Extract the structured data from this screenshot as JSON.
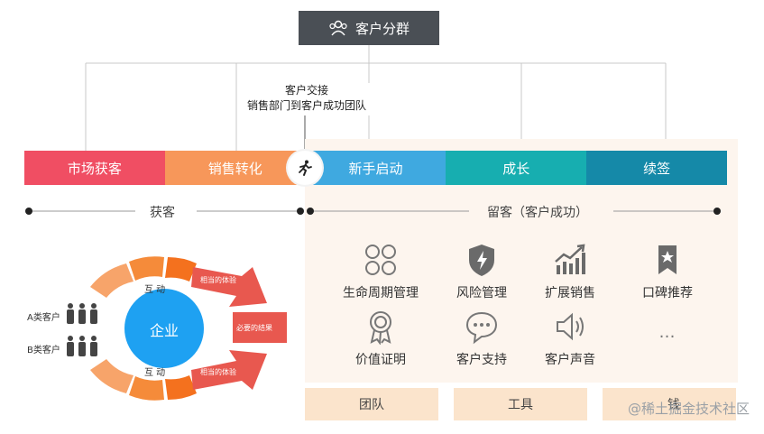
{
  "header": {
    "title": "客户分群"
  },
  "handoff": {
    "line1": "客户交接",
    "line2": "销售部门到客户成功团队"
  },
  "stages": [
    {
      "label": "市场获客",
      "color": "#f04e63"
    },
    {
      "label": "销售转化",
      "color": "#f7975a"
    },
    {
      "label": "新手启动",
      "color": "#3fa9e0"
    },
    {
      "label": "成长",
      "color": "#17aeb0"
    },
    {
      "label": "续签",
      "color": "#1589a8"
    }
  ],
  "segments": {
    "acquire": "获客",
    "retain": "留客（客户成功）"
  },
  "features": [
    {
      "label": "生命周期管理",
      "icon": "clover-icon"
    },
    {
      "label": "风险管理",
      "icon": "shield-icon"
    },
    {
      "label": "扩展销售",
      "icon": "growth-chart-icon"
    },
    {
      "label": "口碑推荐",
      "icon": "bookmark-star-icon"
    },
    {
      "label": "价值证明",
      "icon": "medal-icon"
    },
    {
      "label": "客户支持",
      "icon": "chat-bubble-icon"
    },
    {
      "label": "客户声音",
      "icon": "speaker-icon"
    },
    {
      "label": "…",
      "icon": "more-icon"
    }
  ],
  "bottom": [
    "团队",
    "工具",
    "钱"
  ],
  "left_diagram": {
    "customer_a": "A类客户",
    "customer_b": "B类客户",
    "center": "企业",
    "interact_top": "互 动",
    "interact_bottom": "互 动",
    "arrow_top": "相当的体验",
    "arrow_bottom": "相当的体验",
    "result": "必要的结果"
  },
  "watermark": "@稀土掘金技术社区",
  "colors": {
    "dark": "#4a4f55",
    "orange": "#f7975a",
    "blue": "#27a3ea",
    "red": "#e8584f"
  }
}
